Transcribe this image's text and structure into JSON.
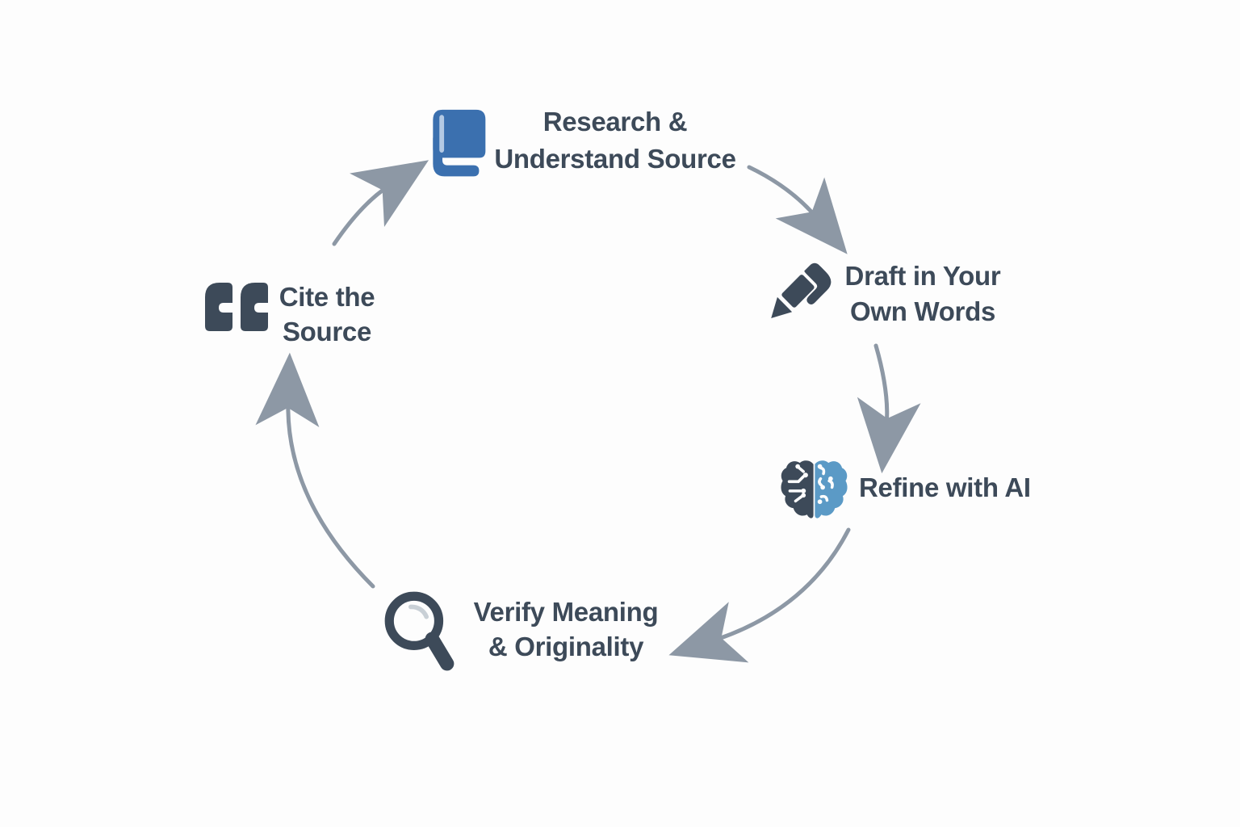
{
  "diagram": {
    "type": "cycle",
    "background_color": "#fdfdfd",
    "colors": {
      "text": "#3d4a59",
      "icon_dark": "#3d4a59",
      "arrow": "#8d98a5",
      "book_blue": "#3b70af",
      "brain_left_dark": "#3d4a59",
      "brain_right_blue": "#5b9ac6"
    },
    "steps": [
      {
        "name": "research",
        "icon": "book-icon",
        "lines": [
          "Research &",
          "Understand Source"
        ]
      },
      {
        "name": "draft",
        "icon": "pen-icon",
        "lines": [
          "Draft in Your",
          "Own Words"
        ]
      },
      {
        "name": "refine",
        "icon": "brain-icon",
        "lines": [
          "Refine with AI"
        ]
      },
      {
        "name": "verify",
        "icon": "magnifier-icon",
        "lines": [
          "Verify Meaning",
          "& Originality"
        ]
      },
      {
        "name": "cite",
        "icon": "quote-icon",
        "lines": [
          "Cite the",
          "Source"
        ]
      }
    ],
    "arrows": [
      {
        "from": "research",
        "to": "draft"
      },
      {
        "from": "draft",
        "to": "refine"
      },
      {
        "from": "refine",
        "to": "verify"
      },
      {
        "from": "verify",
        "to": "cite"
      },
      {
        "from": "cite",
        "to": "research"
      }
    ]
  }
}
